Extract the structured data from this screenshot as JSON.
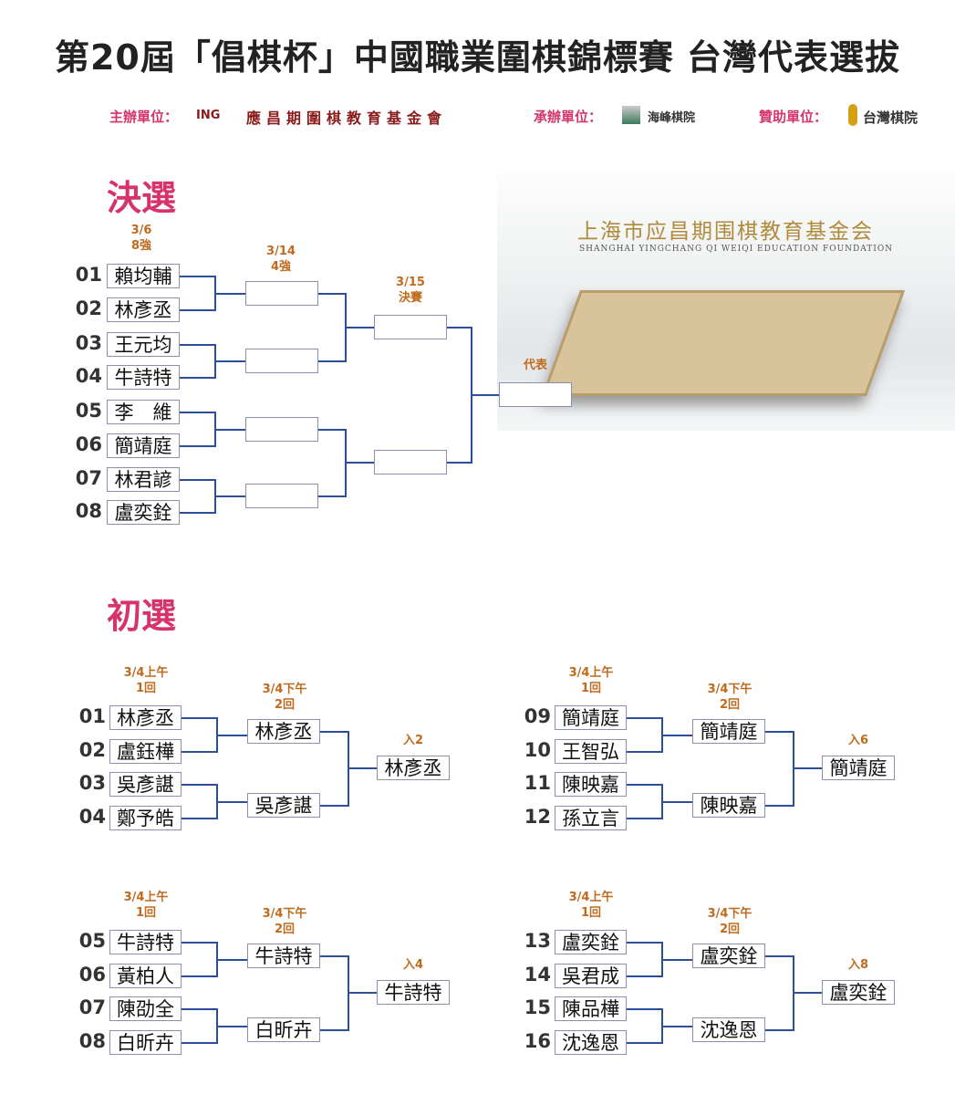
{
  "title": "第20屆「倡棋杯」中國職業圍棋錦標賽 台灣代表選拔",
  "organizers": {
    "host_label": "主辦單位：",
    "host_name": "應昌期圍棋教育基金會",
    "host_logo": "ING",
    "co_label": "承辦單位：",
    "co_name": "海峰棋院",
    "sponsor_label": "贊助單位：",
    "sponsor_name": "台灣棋院"
  },
  "photo": {
    "title": "上海市应昌期围棋教育基金会",
    "subtitle": "SHANGHAI YINGCHANG QI WEIQI EDUCATION FOUNDATION"
  },
  "finals": {
    "heading": "決選",
    "r1_label": "3/6\n8強",
    "r2_label": "3/14\n4強",
    "r3_label": "3/15\n決賽",
    "winner_label": "代表",
    "players": [
      {
        "num": "01",
        "name": "賴均輔"
      },
      {
        "num": "02",
        "name": "林彥丞"
      },
      {
        "num": "03",
        "name": "王元均"
      },
      {
        "num": "04",
        "name": "牛詩特"
      },
      {
        "num": "05",
        "name": "李　維"
      },
      {
        "num": "06",
        "name": "簡靖庭"
      },
      {
        "num": "07",
        "name": "林君諺"
      },
      {
        "num": "08",
        "name": "盧奕銓"
      }
    ],
    "r2": [
      "",
      "",
      "",
      ""
    ],
    "r3": [
      "",
      ""
    ],
    "winner": ""
  },
  "prelims": {
    "heading": "初選",
    "groups": [
      {
        "r1_label": "3/4上午\n1回",
        "r2_label": "3/4下午\n2回",
        "qual_label": "入2",
        "players": [
          {
            "num": "01",
            "name": "林彥丞"
          },
          {
            "num": "02",
            "name": "盧鈺樺"
          },
          {
            "num": "03",
            "name": "吳彥諶"
          },
          {
            "num": "04",
            "name": "鄭予皓"
          }
        ],
        "r2": [
          "林彥丞",
          "吳彥諶"
        ],
        "winner": "林彥丞"
      },
      {
        "r1_label": "3/4上午\n1回",
        "r2_label": "3/4下午\n2回",
        "qual_label": "入6",
        "players": [
          {
            "num": "09",
            "name": "簡靖庭"
          },
          {
            "num": "10",
            "name": "王智弘"
          },
          {
            "num": "11",
            "name": "陳映嘉"
          },
          {
            "num": "12",
            "name": "孫立言"
          }
        ],
        "r2": [
          "簡靖庭",
          "陳映嘉"
        ],
        "winner": "簡靖庭"
      },
      {
        "r1_label": "3/4上午\n1回",
        "r2_label": "3/4下午\n2回",
        "qual_label": "入4",
        "players": [
          {
            "num": "05",
            "name": "牛詩特"
          },
          {
            "num": "06",
            "name": "黃柏人"
          },
          {
            "num": "07",
            "name": "陳劭全"
          },
          {
            "num": "08",
            "name": "白昕卉"
          }
        ],
        "r2": [
          "牛詩特",
          "白昕卉"
        ],
        "winner": "牛詩特"
      },
      {
        "r1_label": "3/4上午\n1回",
        "r2_label": "3/4下午\n2回",
        "qual_label": "入8",
        "players": [
          {
            "num": "13",
            "name": "盧奕銓"
          },
          {
            "num": "14",
            "name": "吳君成"
          },
          {
            "num": "15",
            "name": "陳品樺"
          },
          {
            "num": "16",
            "name": "沈逸恩"
          }
        ],
        "r2": [
          "盧奕銓",
          "沈逸恩"
        ],
        "winner": "盧奕銓"
      }
    ]
  }
}
